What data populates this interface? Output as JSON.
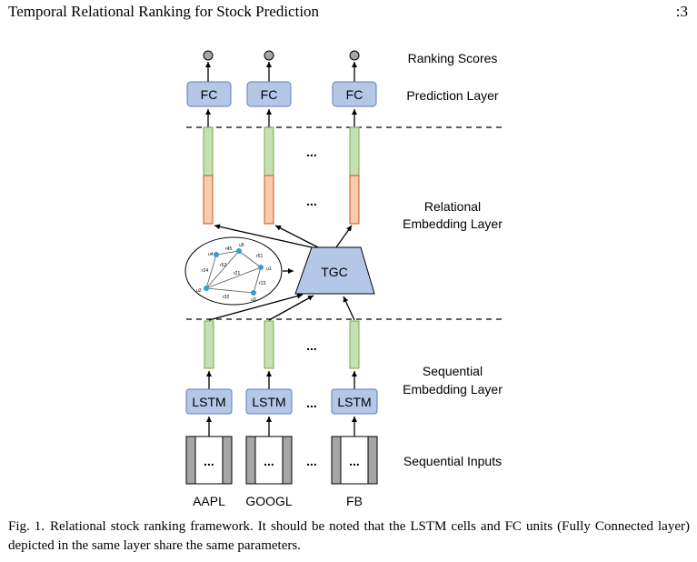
{
  "header": {
    "title": "Temporal Relational Ranking for Stock Prediction",
    "page": ":3"
  },
  "figure": {
    "layers": {
      "ranking_scores": "Ranking Scores",
      "prediction": "Prediction Layer",
      "relational_1": "Relational",
      "relational_2": "Embedding Layer",
      "sequential_1": "Sequential",
      "sequential_2": "Embedding Layer",
      "inputs": "Sequential Inputs"
    },
    "fc_label": "FC",
    "lstm_label": "LSTM",
    "tgc_label": "TGC",
    "ellipsis": "...",
    "stocks": [
      "AAPL",
      "GOOGL",
      "FB"
    ],
    "graph": {
      "nodes": [
        "u4",
        "u5",
        "u1",
        "u3",
        "u2"
      ],
      "edges": [
        "r45",
        "r51",
        "r24",
        "r52",
        "r21",
        "r13",
        "r32"
      ]
    }
  },
  "caption": {
    "label": "Fig. 1.",
    "text": "Relational stock ranking framework. It should be noted that the LSTM cells and FC units (Fully Connected layer) depicted in the same layer share the same parameters."
  },
  "colors": {
    "box_fill": "#b4c7e7",
    "box_stroke": "#5b7db8",
    "green": "#c5e0b4",
    "green_stroke": "#70ad47",
    "orange": "#f8cbad",
    "orange_stroke": "#c55a11",
    "gray_bar": "#a6a6a6",
    "node": "#2e9fd9"
  }
}
